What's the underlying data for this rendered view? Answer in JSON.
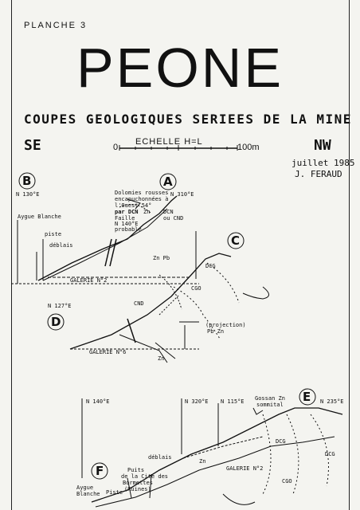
{
  "header": {
    "plate": "PLANCHE  3",
    "title": "PEONE",
    "subtitle": "COUPES GEOLOGIQUES SERIEES DE LA MINE",
    "dir_left": "SE",
    "dir_right": "NW",
    "scale_label": "ECHELLE  H=L",
    "scale_start": "0",
    "scale_end": "100m",
    "date": "juillet 1985",
    "author": "J. FERAUD"
  },
  "sections": {
    "A": "A",
    "B": "B",
    "C": "C",
    "D": "D",
    "E": "E",
    "F": "F"
  },
  "labels": {
    "n130": "N 130°E",
    "n310": "N 310°E",
    "n127": "N 127°E",
    "n140": "N 140°E",
    "n320": "N 320°E",
    "n115": "N 115°E",
    "n235": "N 235°E",
    "aygue1": "Aygue Blanche",
    "piste1": "piste",
    "deblais1": "déblais",
    "dolomies": "Dolomies rousses",
    "encap": "encapuchonnées à",
    "ouest": "l'Ouest 54°",
    "dcn_l": "par DCN",
    "faille": "Faille",
    "n140p": "N 140°E",
    "probable": "probable",
    "dcn_cnd": "DCN",
    "ou_cnd": "ou CND",
    "zn1": "Zn",
    "znpb1": "Zn Pb",
    "galerie1": "GALERIE N°2",
    "cgo1": "CGO",
    "dcg1": "DCG",
    "cnd1": "CND",
    "galerie2": "GALERIE N°6",
    "projection": "(projection)",
    "pbzn": "Pb Zn",
    "gossan": "Gossan  Zn",
    "sommital": "sommital",
    "dcg2": "DCG",
    "dcg3": "DCG",
    "cgo2": "CGO",
    "galerie3": "GALERIE N°2",
    "deblais2": "déblais",
    "puits1": "Puits",
    "puits2": "de la Cité des",
    "puits3": "Bormettes",
    "puits4": "(Ruines)",
    "aygue2a": "Aygue",
    "aygue2b": "Blanche",
    "piste2": "Piste",
    "zn2": "Zn",
    "zn3": "Zn"
  }
}
